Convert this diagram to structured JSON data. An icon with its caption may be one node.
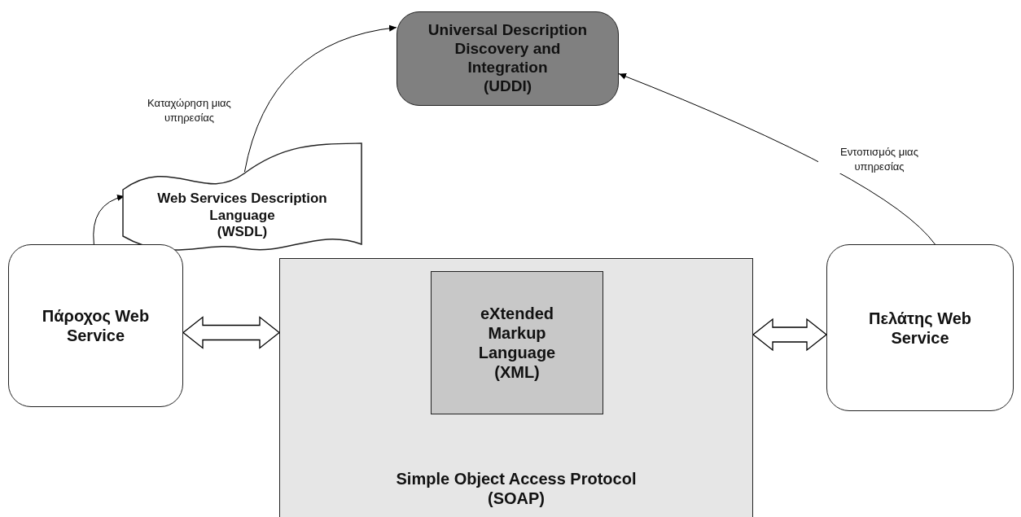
{
  "diagram": {
    "nodes": [
      {
        "text": [
          "Universal Description Discovery and Integration",
          "(UDDI)"
        ]
      },
      {
        "text": [
          "Web Services Description Language",
          "(WSDL)"
        ]
      },
      {
        "text": [
          "Πάροχος Web Service"
        ]
      },
      {
        "text": [
          "Simple Object Access Protocol",
          "(SOAP)"
        ]
      },
      {
        "text": [
          "eXtended Markup Language",
          "(XML)"
        ],
        "in": 3
      },
      {
        "text": [
          "Πελάτης Web Service"
        ]
      }
    ],
    "edges": [
      {
        "from": 2,
        "to": 1,
        "arrow": "to"
      },
      {
        "from": 1,
        "to": 0,
        "arrow": "to",
        "label": "Καταχώρηση μιας υπηρεσίας"
      },
      {
        "from": 5,
        "to": 0,
        "arrow": "to",
        "label": "Εντοπισμός μιας υπηρεσίας"
      },
      {
        "from": 2,
        "to": 3,
        "arrow": "both",
        "style": "thick"
      },
      {
        "from": 3,
        "to": 5,
        "arrow": "both",
        "style": "thick"
      }
    ]
  }
}
